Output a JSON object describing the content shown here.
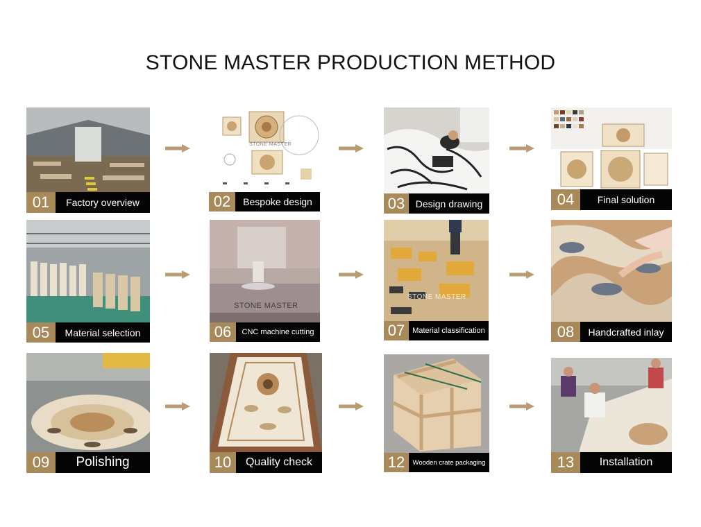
{
  "title": "STONE MASTER PRODUCTION METHOD",
  "watermark": "STONE MASTER",
  "steps": [
    {
      "num": "01",
      "label": "Factory overview"
    },
    {
      "num": "02",
      "label": "Bespoke design"
    },
    {
      "num": "03",
      "label": "Design drawing"
    },
    {
      "num": "04",
      "label": "Final solution"
    },
    {
      "num": "05",
      "label": "Material selection"
    },
    {
      "num": "06",
      "label": "CNC machine cutting"
    },
    {
      "num": "07",
      "label": "Material classification"
    },
    {
      "num": "08",
      "label": "Handcrafted inlay"
    },
    {
      "num": "09",
      "label": "Polishing"
    },
    {
      "num": "10",
      "label": "Quality check"
    },
    {
      "num": "12",
      "label": "Wooden crate packaging"
    },
    {
      "num": "13",
      "label": "Installation"
    }
  ],
  "colors": {
    "number_box": "#a88a5a",
    "caption_box": "#050505",
    "arrow": "#b69c6e"
  },
  "icons": {
    "arrow": "right-arrow-icon"
  }
}
